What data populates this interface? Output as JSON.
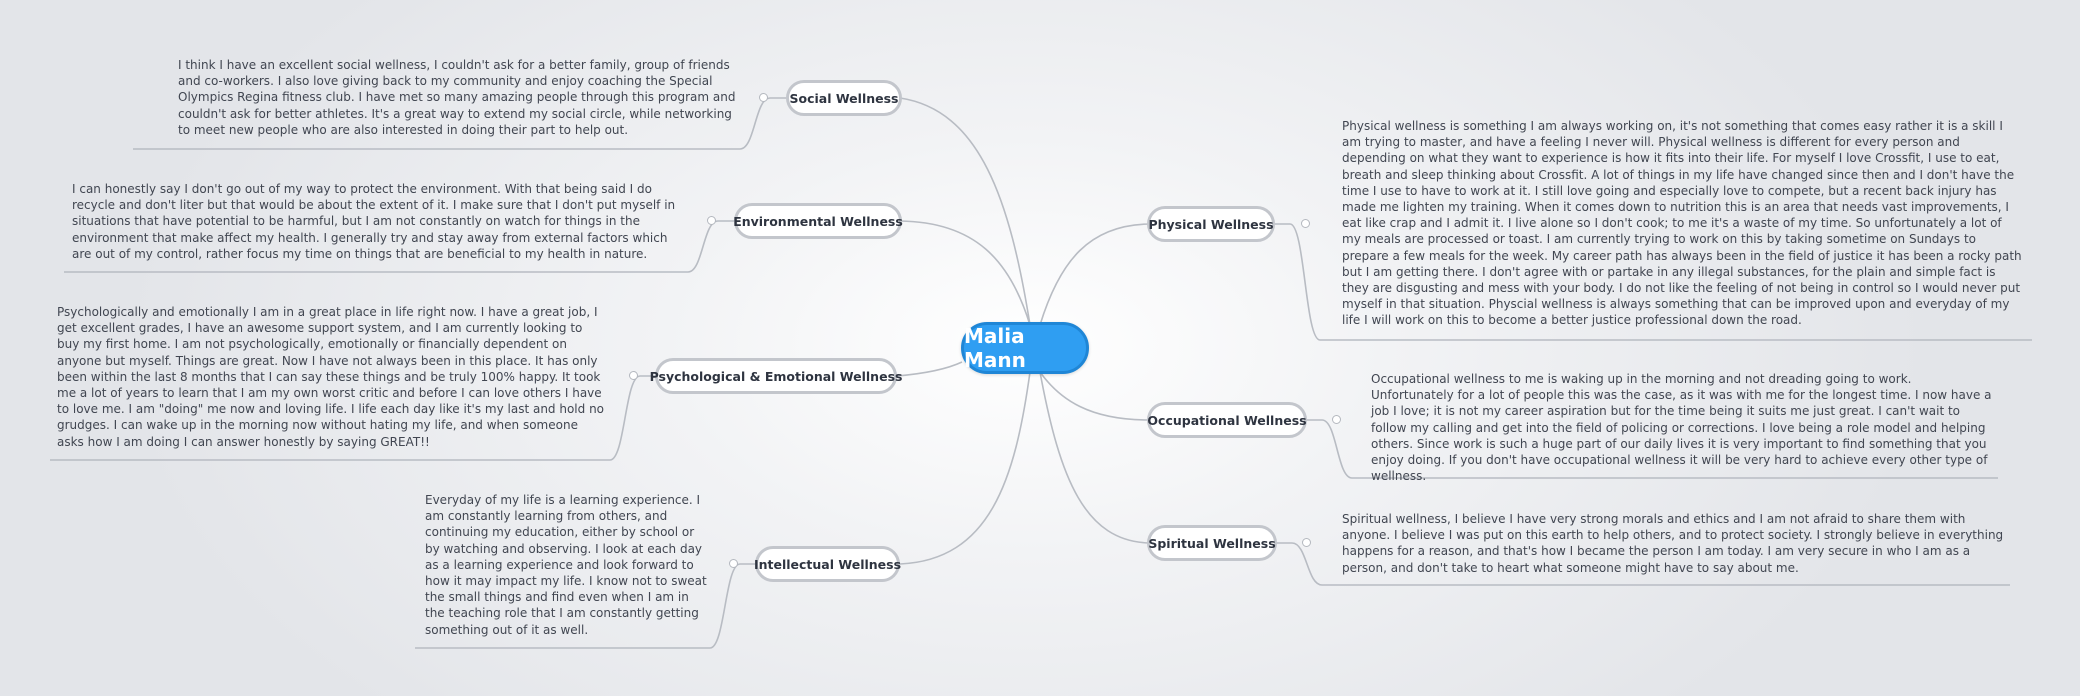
{
  "central": {
    "label": "Malia Mann"
  },
  "colors": {
    "central_fill": "#2f9ef2",
    "central_border": "#1f86d6",
    "topic_border": "#c3c6cc",
    "connector": "#b8bcc3"
  },
  "topics": {
    "social": {
      "label": "Social Wellness",
      "note": "I think I have an excellent social wellness, I couldn't ask for a better family, group of friends and co-workers. I also love giving back to my community and enjoy coaching the Special Olympics Regina fitness club. I have met so many amazing people through this program and couldn't ask for better athletes. It's a great way to extend my social circle, while networking to meet new people who are also interested in doing their part to help out."
    },
    "environmental": {
      "label": "Environmental Wellness",
      "note": "I can honestly say I don't go out of my way to protect the environment. With that being said I do recycle and don't liter but that would be about the extent of it. I make sure that I don't put myself in situations that have potential to be harmful, but I am not constantly on watch for things in the environment that make affect my health. I generally try and stay away from external factors which are out of my control, rather focus my time on things that are beneficial to my health in nature."
    },
    "psychological": {
      "label": "Psychological & Emotional Wellness",
      "note": "Psychologically and emotionally I am in a great place in life right now. I have a great job, I get excellent grades, I have an awesome support system, and I am currently looking to buy my first home. I am not psychologically, emotionally or financially dependent on anyone but myself. Things are great. Now I have not always been in this place. It has only been within the last 8 months that I can say these things and be truly 100% happy. It took me a lot of years to learn that I am my own worst critic and before I can love others I have to love me. I am \"doing\" me now and loving life. I life each day like it's my last and hold no grudges. I can wake up in the morning now without hating my life, and when someone asks how I am doing I can answer honestly by saying GREAT!!"
    },
    "intellectual": {
      "label": "Intellectual Wellness",
      "note": "Everyday of my life is a learning experience. I am constantly learning from others, and continuing my education, either by school or by watching and observing. I look at each day as a learning experience and look forward to how it may impact my life. I know not to sweat the small things and find even when I am in the teaching role that I am constantly getting something out of it as well."
    },
    "physical": {
      "label": "Physical Wellness",
      "note": "Physical wellness is something I am always working on, it's not something that comes easy rather it is a skill I am trying to master, and have a feeling I never will. Physical wellness is different for every person and depending on what they want to experience is how it fits into their life. For myself I love Crossfit, I use to eat, breath and sleep thinking about Crossfit. A lot of things in my life have changed since then and I don't have the time I use to have to work at it. I still love going and especially love to compete, but a recent back injury has made me lighten my training. When it comes down to nutrition this is an area that needs vast improvements, I eat like crap and I admit it. I live alone so I don't cook; to me it's a waste of my time. So unfortunately a lot of my meals are processed or toast. I am currently trying to work on this by taking sometime on Sundays to prepare a few meals for the week. My career path has always been in the field of justice it has been a rocky path but I am getting there. I don't agree with or partake in any illegal substances, for the plain and simple fact is they are disgusting and mess with your body. I do not like the feeling of not being in control so I would never put myself in that situation. Physcial wellness is always something that can be improved upon and everyday of my life I will work on this to become a better justice professional down the road."
    },
    "occupational": {
      "label": "Occupational Wellness",
      "note": "Occupational wellness to me is waking up in the morning and not dreading going to work. Unfortunately for a lot of people this was the case, as it was with me for the longest time. I now have a job I love; it is not my career aspiration but for the time being it suits me just great. I can't wait to follow my calling and get into the field of policing or corrections. I love being a role model and helping others. Since work is such a huge part of our daily lives it is very important to find something that you enjoy doing. If you don't have occupational wellness it will be very hard to achieve every other type of wellness."
    },
    "spiritual": {
      "label": "Spiritual Wellness",
      "note": "Spiritual wellness, I believe I have very strong morals and ethics and I am not afraid to share them with anyone. I believe I was put on this earth to help others, and to protect society. I strongly believe in everything happens for a reason, and that's how I became the person I am today. I am very secure in who I am as a person, and don't take to heart what someone might have to say about me."
    }
  }
}
